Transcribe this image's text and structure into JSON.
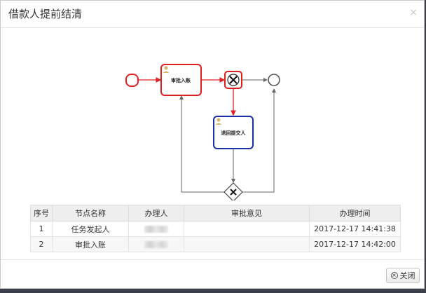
{
  "dialog": {
    "title": "借款人提前结清",
    "close_symbol": "×"
  },
  "diagram": {
    "tasks": [
      {
        "label": "审批入账",
        "state": "completed"
      },
      {
        "label": "退回提交人",
        "state": "current"
      }
    ],
    "colors": {
      "completed": "#e02020",
      "current": "#1a2fa8",
      "pending": "#555555"
    }
  },
  "table": {
    "headers": [
      "序号",
      "节点名称",
      "办理人",
      "审批意见",
      "办理时间"
    ],
    "rows": [
      {
        "index": "1",
        "node": "任务发起人",
        "handler": "",
        "opinion": "",
        "time": "2017-12-17 14:41:38"
      },
      {
        "index": "2",
        "node": "审批入账",
        "handler": "",
        "opinion": "",
        "time": "2017-12-17 14:42:00"
      }
    ]
  },
  "footer": {
    "close_label": "关闭",
    "close_icon": "circle-x-icon"
  }
}
